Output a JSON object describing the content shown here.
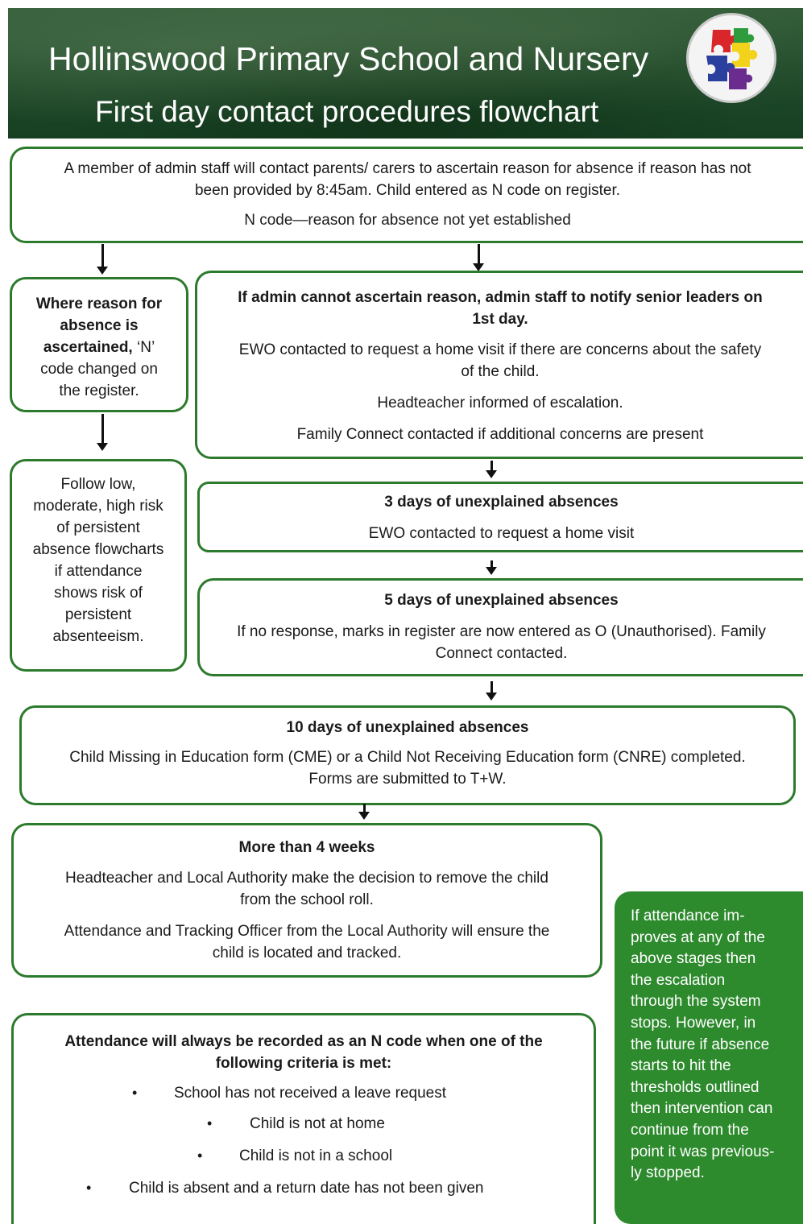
{
  "header": {
    "title": "Hollinswood Primary School and Nursery",
    "subtitle": "First day contact procedures flowchart",
    "logo_icon": "puzzle-pieces-logo",
    "colors": {
      "banner": "#1f4a2a",
      "border": "#2c7a2c",
      "note_bg": "#2d8a2d"
    }
  },
  "step1": {
    "line1": "A member of admin staff will contact parents/ carers to ascertain reason for absence if reason has not",
    "line2": "been provided by 8:45am.  Child entered as N code on register.",
    "line3": "N code—reason for absence not yet established"
  },
  "ascertained": {
    "bold_line1": "Where reason for",
    "bold_line2": "absence is",
    "bold_part": "ascertained,",
    "rest_line3": " ‘N’",
    "line4": "code changed on",
    "line5": "the register."
  },
  "follow": {
    "lines": [
      "Follow low,",
      "moderate, high risk",
      "of persistent",
      "absence flowcharts",
      "if attendance",
      "shows risk of",
      "persistent",
      "absenteeism."
    ]
  },
  "notify": {
    "heading1": "If admin cannot ascertain reason, admin staff to notify senior leaders on",
    "heading2": "1st day.",
    "ewo1": "EWO contacted to request a home visit if there are concerns about the safety",
    "ewo2": "of the child.",
    "head": "Headteacher informed of escalation.",
    "family": "Family Connect contacted if additional concerns are present"
  },
  "three_days": {
    "heading": "3 days of unexplained absences",
    "text": "EWO contacted to request a home visit"
  },
  "five_days": {
    "heading": "5 days of unexplained absences",
    "line1": "If no response, marks in register are now entered as O (Unauthorised).  Family",
    "line2": "Connect contacted."
  },
  "ten_days": {
    "heading": "10 days of unexplained absences",
    "line1": "Child Missing in Education form (CME) or a Child Not  Receiving Education form  (CNRE) completed.",
    "line2": "Forms are submitted to T+W."
  },
  "four_weeks": {
    "heading": "More than 4 weeks",
    "line1": "Headteacher and Local Authority make the decision to remove the child",
    "line2": "from the school roll.",
    "line3": "Attendance and Tracking Officer from the Local Authority will ensure the",
    "line4": "child is located and tracked."
  },
  "criteria": {
    "heading1": "Attendance will always be recorded as an N code when one of the",
    "heading2": "following criteria is met:",
    "items": [
      "School has not received a leave request",
      "Child is not at home",
      "Child is not in a school",
      "Child is absent and a return date has not been given"
    ],
    "bullet": "•"
  },
  "note": {
    "lines": [
      "If attendance im-",
      "proves at any of the",
      "above stages then",
      "the escalation",
      "through the system",
      "stops. However, in",
      "the future if absence",
      "starts to hit the",
      "thresholds outlined",
      "then intervention can",
      "continue from the",
      "point it was previous-",
      "ly stopped."
    ]
  }
}
